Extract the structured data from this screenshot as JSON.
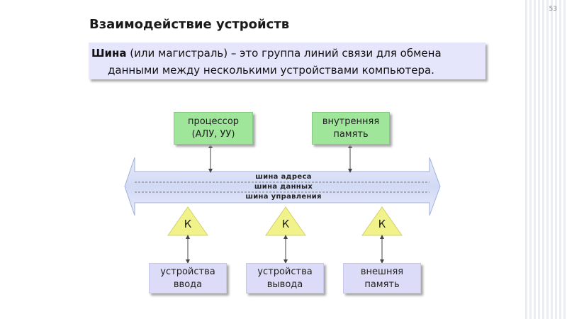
{
  "slide_number": "53",
  "title": "Взаимодействие устройств",
  "definition": {
    "term": "Шина",
    "line1_rest": " (или магистраль) – это группа линий связи для обмена",
    "line2": "данными между несколькими устройствами компьютера."
  },
  "boxes": {
    "processor": "процессор\n(АЛУ, УУ)",
    "memory_internal": "внутренняя\nпамять",
    "input": "устройства\nввода",
    "output": "устройства\nвывода",
    "memory_external": "внешняя\nпамять"
  },
  "bus": {
    "address": "шина адреса",
    "data": "шина данных",
    "control": "шина управления"
  },
  "controllers": {
    "k1": "К",
    "k2": "К",
    "k3": "К"
  },
  "colors": {
    "bus_fill": "#d6dcf5",
    "box_green": "#9fe69a",
    "box_lavender": "#dcdcf8",
    "triangle": "#f2f28a"
  }
}
